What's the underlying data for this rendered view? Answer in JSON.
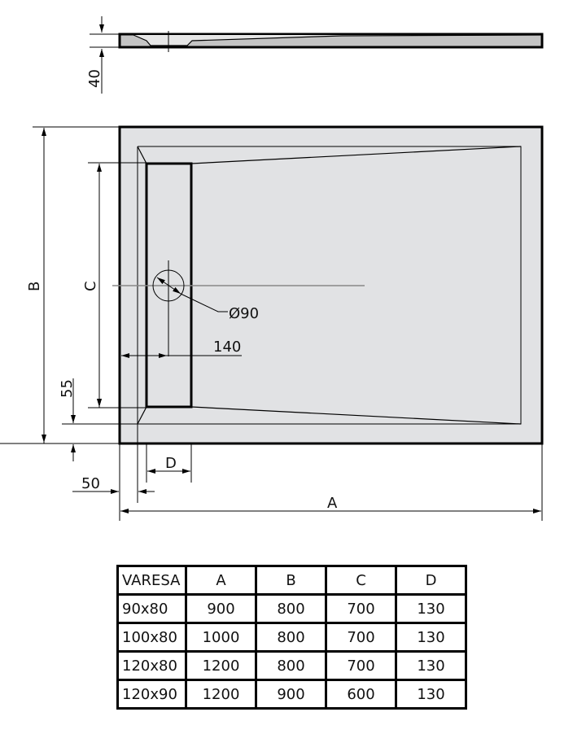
{
  "drawing": {
    "side_view": {
      "height_label": "40"
    },
    "top_view": {
      "dim_A": "A",
      "dim_B": "B",
      "dim_C": "C",
      "dim_D": "D",
      "drain_diameter": "Ø90",
      "drain_offset": "140",
      "rim_bottom": "55",
      "rim_side": "50"
    },
    "colors": {
      "tray_fill": "#e1e2e4",
      "side_fill": "#c4c4c4",
      "line": "#000000",
      "centerline": "#888888"
    }
  },
  "table": {
    "headers": [
      "VARESA",
      "A",
      "B",
      "C",
      "D"
    ],
    "rows": [
      [
        "90x80",
        "900",
        "800",
        "700",
        "130"
      ],
      [
        "100x80",
        "1000",
        "800",
        "700",
        "130"
      ],
      [
        "120x80",
        "1200",
        "800",
        "700",
        "130"
      ],
      [
        "120x90",
        "1200",
        "900",
        "600",
        "130"
      ]
    ]
  }
}
